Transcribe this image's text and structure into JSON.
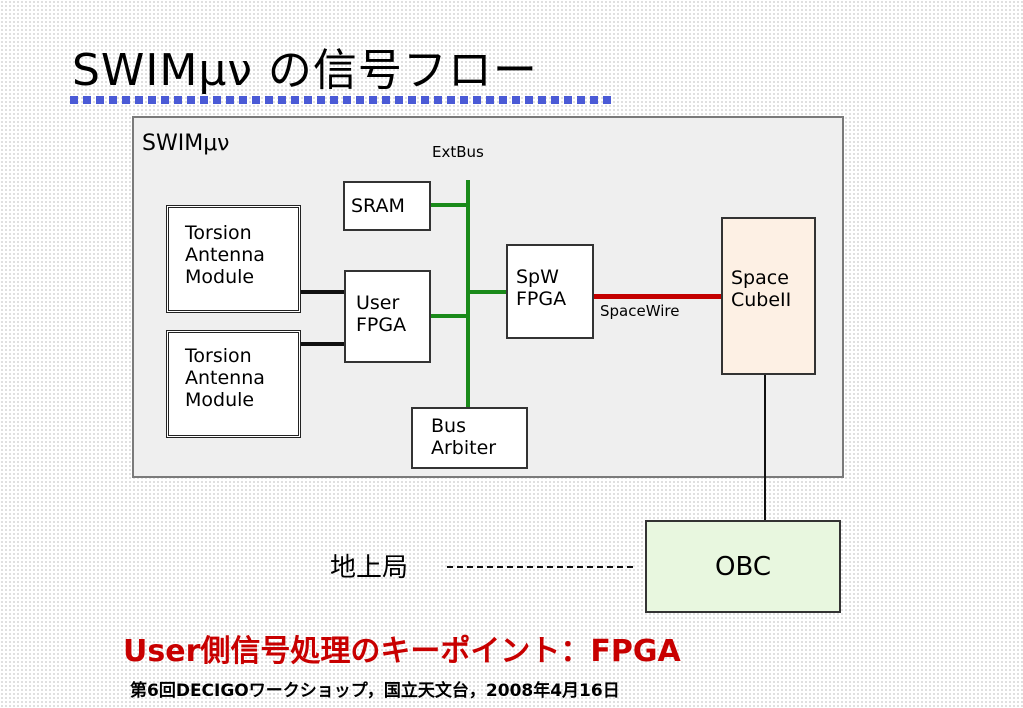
{
  "slide": {
    "title": "SWIMμν の信号フロー",
    "keypoint": "User側信号処理のキーポイント：FPGA",
    "footer": "第6回DECIGOワークショップ，国立天文台，2008年4月16日"
  },
  "diagram": {
    "panel_label": "SWIMμν",
    "extbus_label": "ExtBus",
    "spacewire_label": "SpaceWire",
    "ground_station": "地上局",
    "nodes": {
      "sram": [
        "SRAM"
      ],
      "torsion1": [
        "Torsion",
        "Antenna",
        "Module"
      ],
      "torsion2": [
        "Torsion",
        "Antenna",
        "Module"
      ],
      "user_fpga": [
        "User",
        "FPGA"
      ],
      "spw_fpga": [
        "SpW",
        "FPGA"
      ],
      "bus_arbiter": [
        "Bus",
        "Arbiter"
      ],
      "space_cube": [
        "Space",
        "CubeII"
      ],
      "obc": "OBC"
    },
    "colors": {
      "extbus": "#1a8a1a",
      "spacewire": "#c40000",
      "space_cube_fill": "#fdf0e4",
      "obc_fill": "#e8f7df",
      "keypoint_text": "#c80000",
      "title_underline": "#4a5ad6"
    }
  }
}
